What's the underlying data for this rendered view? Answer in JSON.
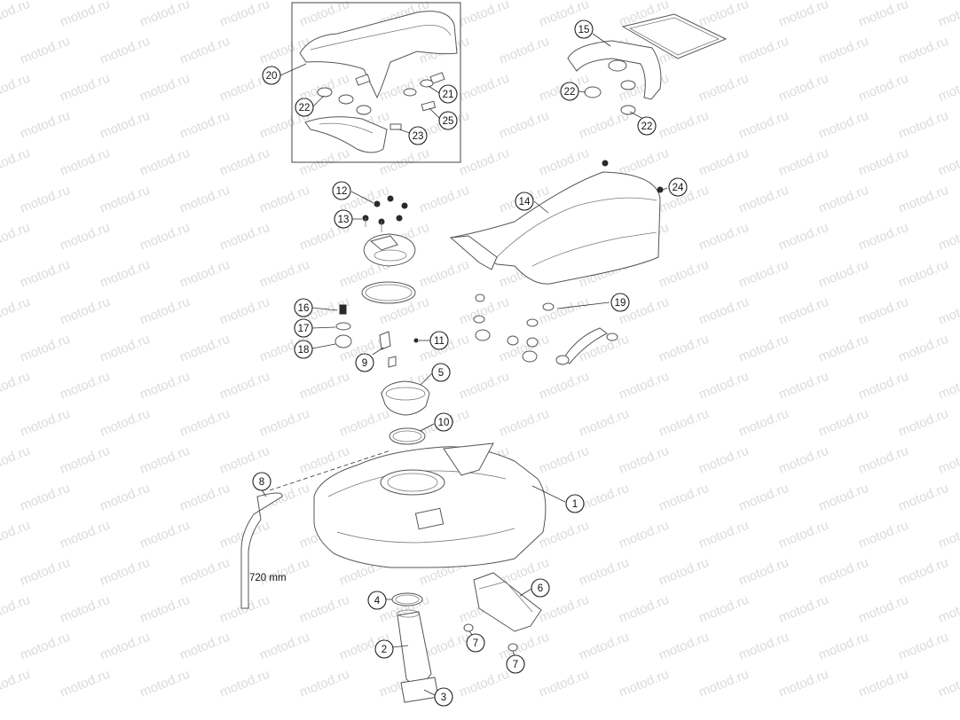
{
  "watermark": {
    "text": "motod.ru",
    "color": "#cfcfcf"
  },
  "callouts": [
    {
      "id": "1",
      "label": "1"
    },
    {
      "id": "2",
      "label": "2"
    },
    {
      "id": "3",
      "label": "3"
    },
    {
      "id": "4",
      "label": "4"
    },
    {
      "id": "5",
      "label": "5"
    },
    {
      "id": "6",
      "label": "6"
    },
    {
      "id": "7a",
      "label": "7"
    },
    {
      "id": "7b",
      "label": "7"
    },
    {
      "id": "8",
      "label": "8"
    },
    {
      "id": "9",
      "label": "9"
    },
    {
      "id": "10",
      "label": "10"
    },
    {
      "id": "11",
      "label": "11"
    },
    {
      "id": "12",
      "label": "12"
    },
    {
      "id": "13",
      "label": "13"
    },
    {
      "id": "14",
      "label": "14"
    },
    {
      "id": "15",
      "label": "15"
    },
    {
      "id": "16",
      "label": "16"
    },
    {
      "id": "17",
      "label": "17"
    },
    {
      "id": "18",
      "label": "18"
    },
    {
      "id": "19",
      "label": "19"
    },
    {
      "id": "20",
      "label": "20"
    },
    {
      "id": "21",
      "label": "21"
    },
    {
      "id": "22a",
      "label": "22"
    },
    {
      "id": "22b",
      "label": "22"
    },
    {
      "id": "22c",
      "label": "22"
    },
    {
      "id": "23",
      "label": "23"
    },
    {
      "id": "24",
      "label": "24"
    },
    {
      "id": "25",
      "label": "25"
    }
  ],
  "hose_length_label": "720 mm"
}
